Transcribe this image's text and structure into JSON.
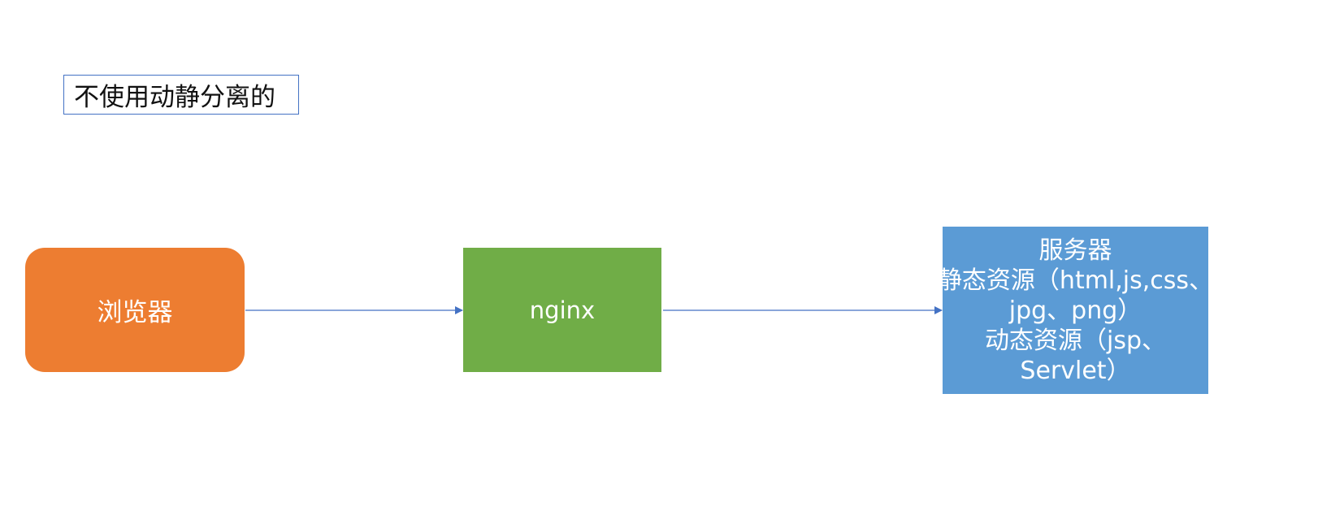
{
  "title": {
    "text": "不使用动静分离的"
  },
  "nodes": {
    "browser": {
      "label": "浏览器",
      "color": "#ed7d31"
    },
    "nginx": {
      "label": "nginx",
      "color": "#70ad47"
    },
    "server": {
      "color": "#5b9bd5",
      "lines": [
        "服务器",
        "静态资源（html,js,css、",
        "jpg、png）",
        "动态资源（jsp、",
        "Servlet）"
      ]
    }
  },
  "edges": [
    {
      "from": "browser",
      "to": "nginx"
    },
    {
      "from": "nginx",
      "to": "server"
    }
  ],
  "colors": {
    "connector": "#4472c4",
    "title_border": "#4472c4"
  }
}
